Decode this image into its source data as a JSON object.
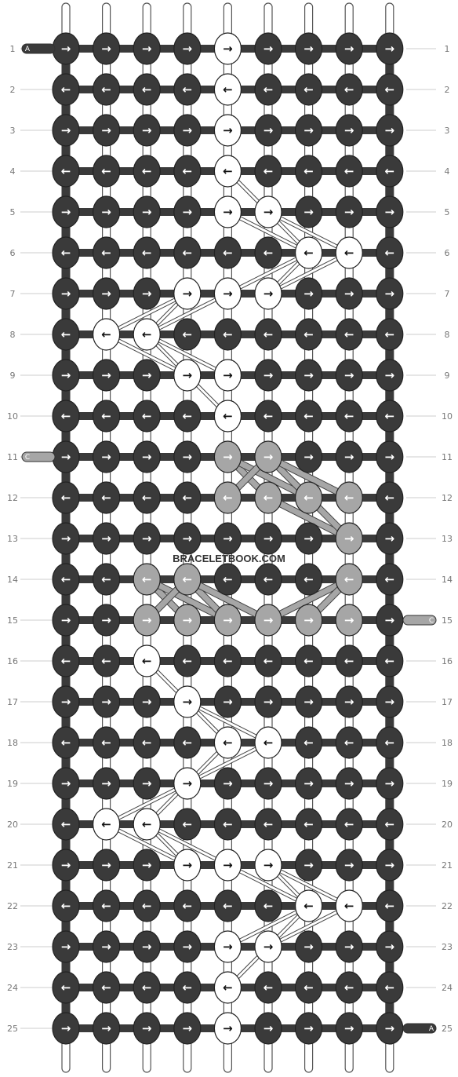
{
  "pattern": {
    "columns": 9,
    "rows": [
      "DDDDWDDDD",
      "DDDDWDDDD",
      "DDDDWDDDD",
      "DDDDWDDDD",
      "DDDDWWDDD",
      "DDDDDDWWD",
      "DDDWWWDDD",
      "DWWDDDDDD",
      "DDDWWDDDD",
      "DDDDWDDDD",
      "DDDDGGDDD",
      "DDDDGGGGD",
      "DDDDDDDGD",
      "DDGGDDDGD",
      "DDGGGGGGD",
      "DDWDDDDDD",
      "DDDWDDDDD",
      "DDDDWWDDD",
      "DDDWDDDDD",
      "DWWDDDDDD",
      "DDDWWWDDD",
      "DDDDDDWWD",
      "DDDDWWDDD",
      "DDDDWDDDD",
      "DDDDWDDDD"
    ],
    "direction_odd_rows": "right",
    "direction_even_rows": "left"
  },
  "colors": {
    "D": "#3a3a3a",
    "W": "#ffffff",
    "G": "#a6a6a6"
  },
  "row_labels": [
    "1",
    "2",
    "3",
    "4",
    "5",
    "6",
    "7",
    "8",
    "9",
    "10",
    "11",
    "12",
    "13",
    "14",
    "15",
    "16",
    "17",
    "18",
    "19",
    "20",
    "21",
    "22",
    "23",
    "24",
    "25"
  ],
  "strand_ends": {
    "top_left": "A",
    "left_row_11": "C",
    "right_row_15": "C",
    "bottom_right": "A"
  },
  "watermark": "BRACELETBOOK.COM"
}
